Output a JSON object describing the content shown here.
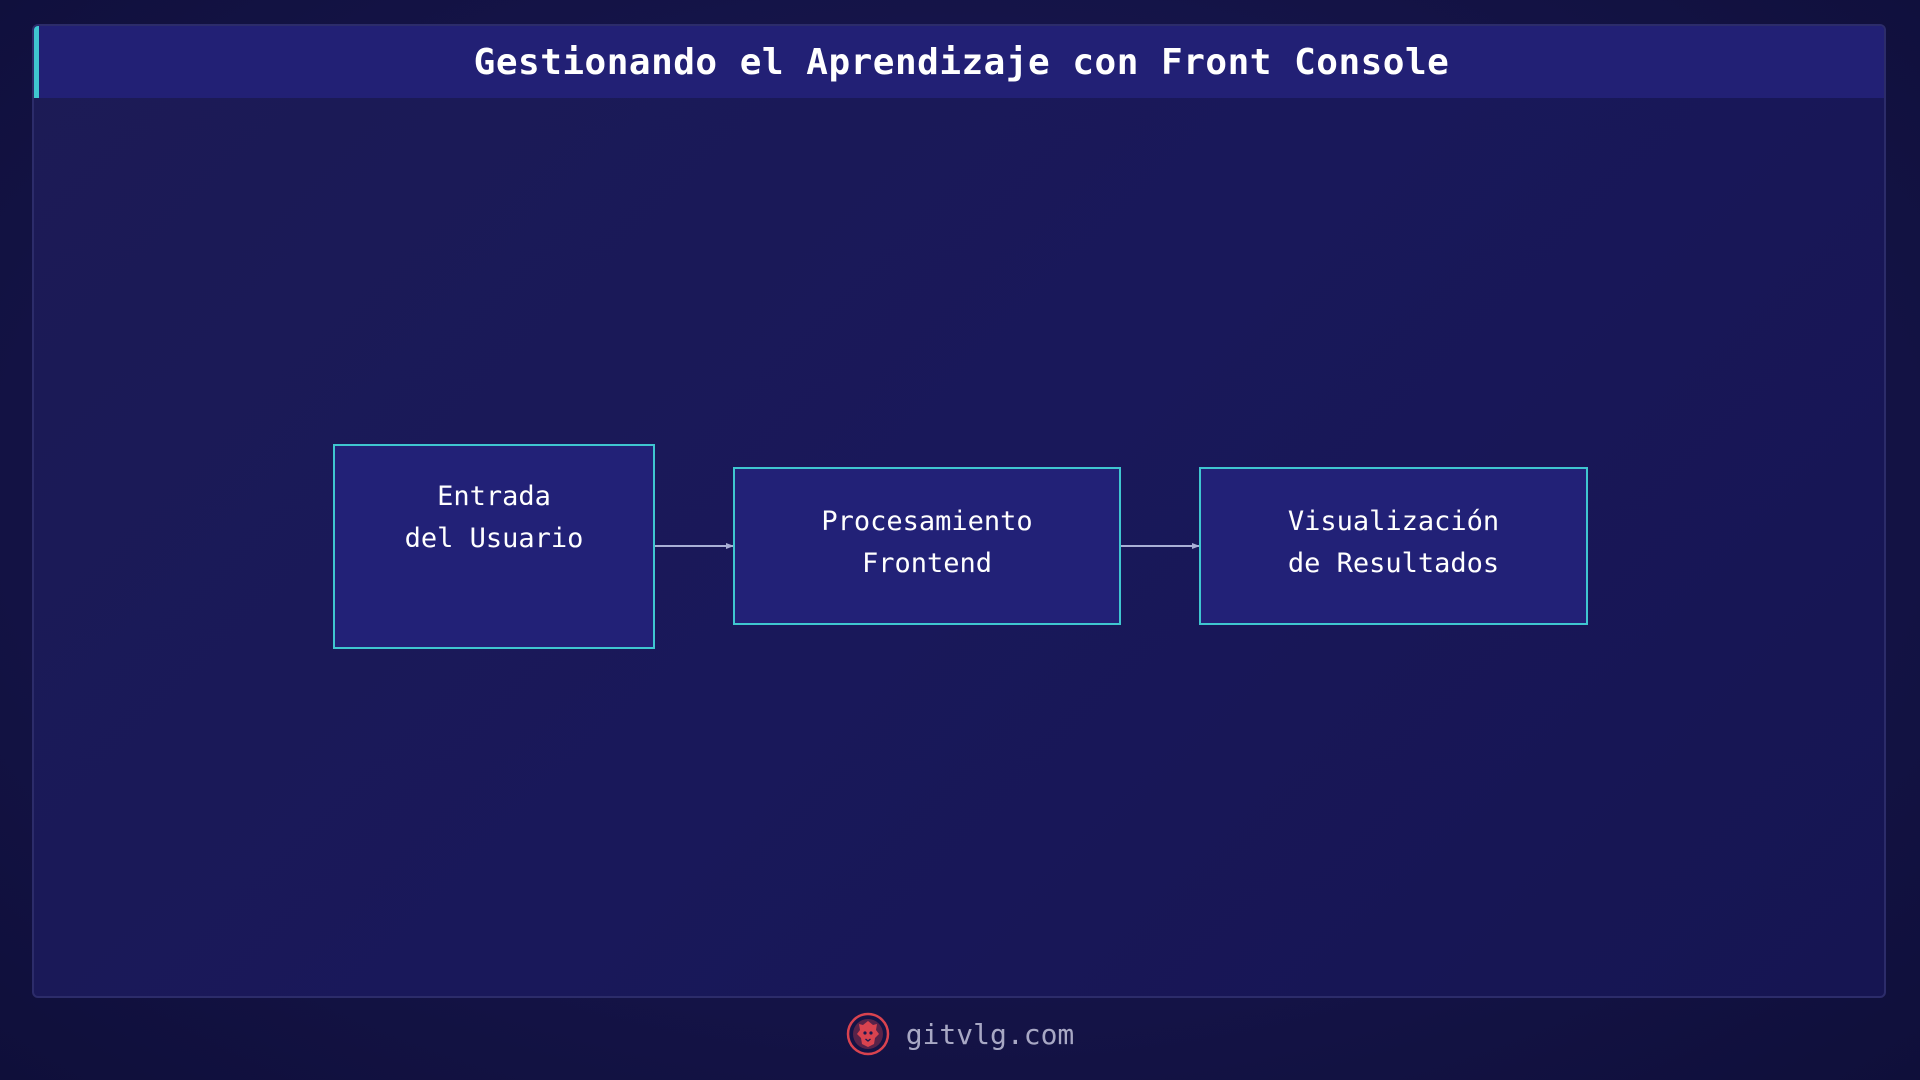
{
  "header": {
    "title": "Gestionando el Aprendizaje con Front Console"
  },
  "diagram": {
    "nodes": [
      {
        "lines": [
          "Entrada",
          "del Usuario"
        ]
      },
      {
        "lines": [
          "Procesamiento",
          "Frontend"
        ]
      },
      {
        "lines": [
          "Visualización",
          "de Resultados"
        ]
      }
    ],
    "edges": [
      {
        "from": 0,
        "to": 1
      },
      {
        "from": 1,
        "to": 2
      }
    ]
  },
  "footer": {
    "site": "gitvlg.com",
    "logo_icon": "lion-icon"
  },
  "colors": {
    "background": "#151449",
    "title_bar": "#222075",
    "accent": "#3fc6d0",
    "node_fill": "#222177",
    "arrow": "#a9b0d6",
    "logo": "#d9434f"
  }
}
